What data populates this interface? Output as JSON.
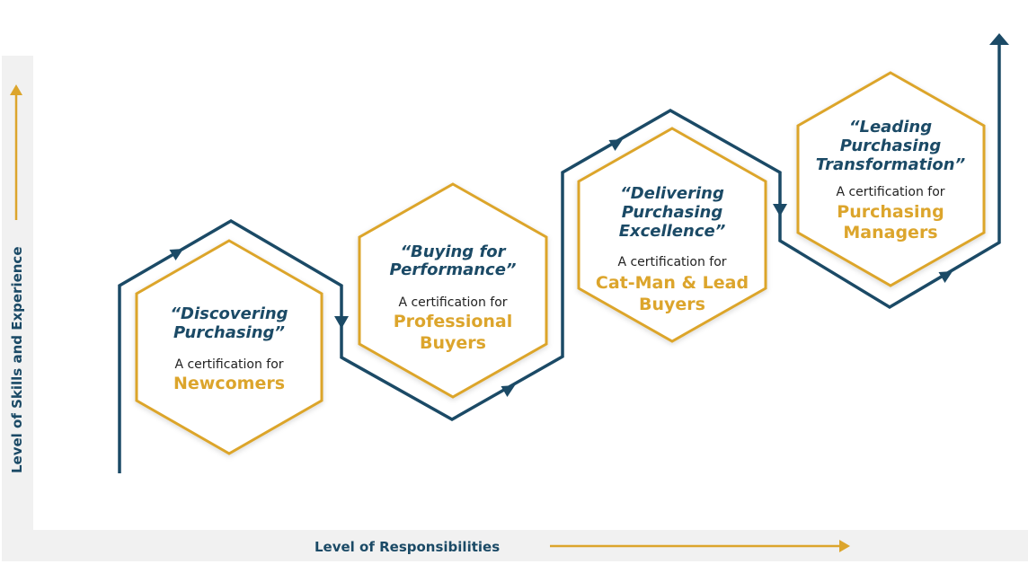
{
  "axes": {
    "y_label": "Level of Skills and Experience",
    "x_label": "Level of Responsibilities"
  },
  "colors": {
    "navy": "#1b4a66",
    "gold": "#dca52c",
    "panel": "#f1f1f1"
  },
  "certifications": [
    {
      "title": [
        "“Discovering",
        "Purchasing”"
      ],
      "subtitle": "A certification for",
      "audience": [
        "Newcomers"
      ]
    },
    {
      "title": [
        "“Buying for",
        "Performance”"
      ],
      "subtitle": "A certification for",
      "audience": [
        "Professional",
        "Buyers"
      ]
    },
    {
      "title": [
        "“Delivering",
        "Purchasing",
        "Excellence”"
      ],
      "subtitle": "A certification for",
      "audience": [
        "Cat-Man & Lead",
        "Buyers"
      ]
    },
    {
      "title": [
        "“Leading",
        "Purchasing",
        "Transformation”"
      ],
      "subtitle": "A certification for",
      "audience": [
        "Purchasing",
        "Managers"
      ]
    }
  ]
}
